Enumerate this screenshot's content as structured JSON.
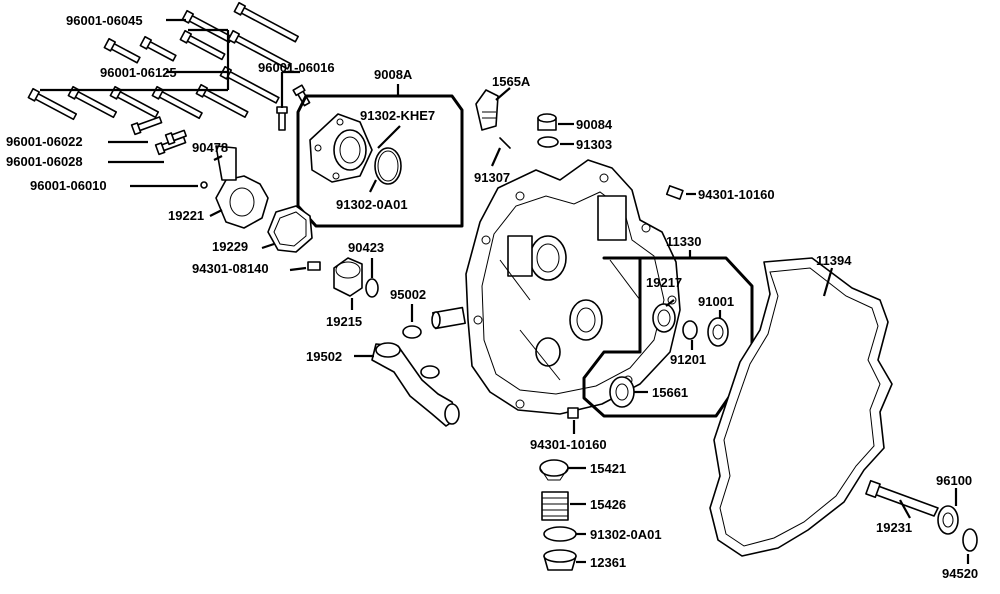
{
  "labels": {
    "p96001_06045": "96001-06045",
    "p96001_06125": "96001-06125",
    "p96001_06016": "96001-06016",
    "p9008A": "9008A",
    "p91302_KHE7": "91302-KHE7",
    "p91302_0A01_a": "91302-0A01",
    "p1565A": "1565A",
    "p90084": "90084",
    "p91303": "91303",
    "p91307": "91307",
    "p94301_10160_a": "94301-10160",
    "p96001_06022": "96001-06022",
    "p96001_06028": "96001-06028",
    "p96001_06010": "96001-06010",
    "p90478": "90478",
    "p19221": "19221",
    "p19229": "19229",
    "p90423": "90423",
    "p94301_08140": "94301-08140",
    "p19215": "19215",
    "p95002": "95002",
    "p19502": "19502",
    "p11330": "11330",
    "p19217": "19217",
    "p91001": "91001",
    "p91201": "91201",
    "p15661": "15661",
    "p11394": "11394",
    "p94301_10160_b": "94301-10160",
    "p15421": "15421",
    "p15426": "15426",
    "p91302_0A01_b": "91302-0A01",
    "p12361": "12361",
    "p96100": "96100",
    "p19231": "19231",
    "p94520": "94520"
  }
}
